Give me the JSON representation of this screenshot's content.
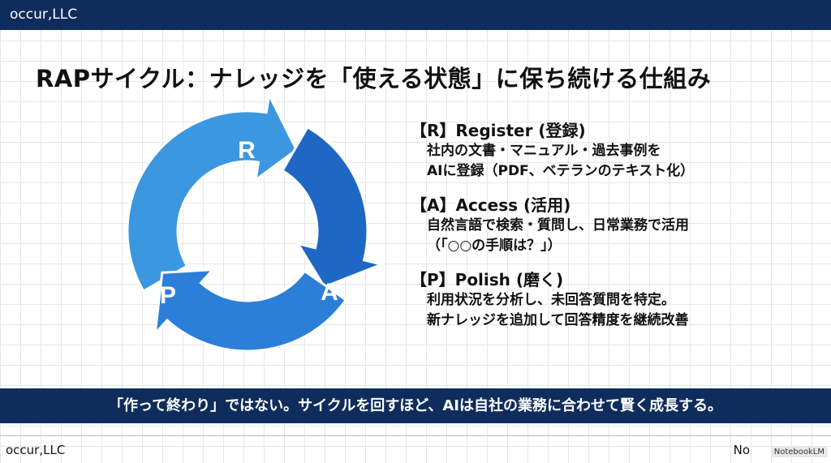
{
  "header": {
    "company": "occur,LLC"
  },
  "title": "RAPサイクル：ナレッジを「使える状態」に保ち続ける仕組み",
  "cycle": {
    "labels": [
      "R",
      "A",
      "P"
    ],
    "colors": [
      "#3a97e0",
      "#1f67c4",
      "#2b7fd9"
    ]
  },
  "sections": [
    {
      "heading": "【R】Register (登録)",
      "lines": [
        "社内の文書・マニュアル・過去事例を",
        "AIに登録（PDF、ベテランのテキスト化）"
      ]
    },
    {
      "heading": "【A】Access (活用)",
      "lines": [
        "自然言語で検索・質問し、日常業務で活用",
        "（「○○の手順は？」）"
      ]
    },
    {
      "heading": "【P】Polish (磨く)",
      "lines": [
        "利用状況を分析し、未回答質問を特定。",
        "新ナレッジを追加して回答精度を継続改善"
      ]
    }
  ],
  "banner": "「作って終わり」ではない。サイクルを回すほど、AIは自社の業務に合わせて賢く成長する。",
  "footer": {
    "left": "occur,LLC",
    "right": "No",
    "watermark": "NotebookLM"
  }
}
